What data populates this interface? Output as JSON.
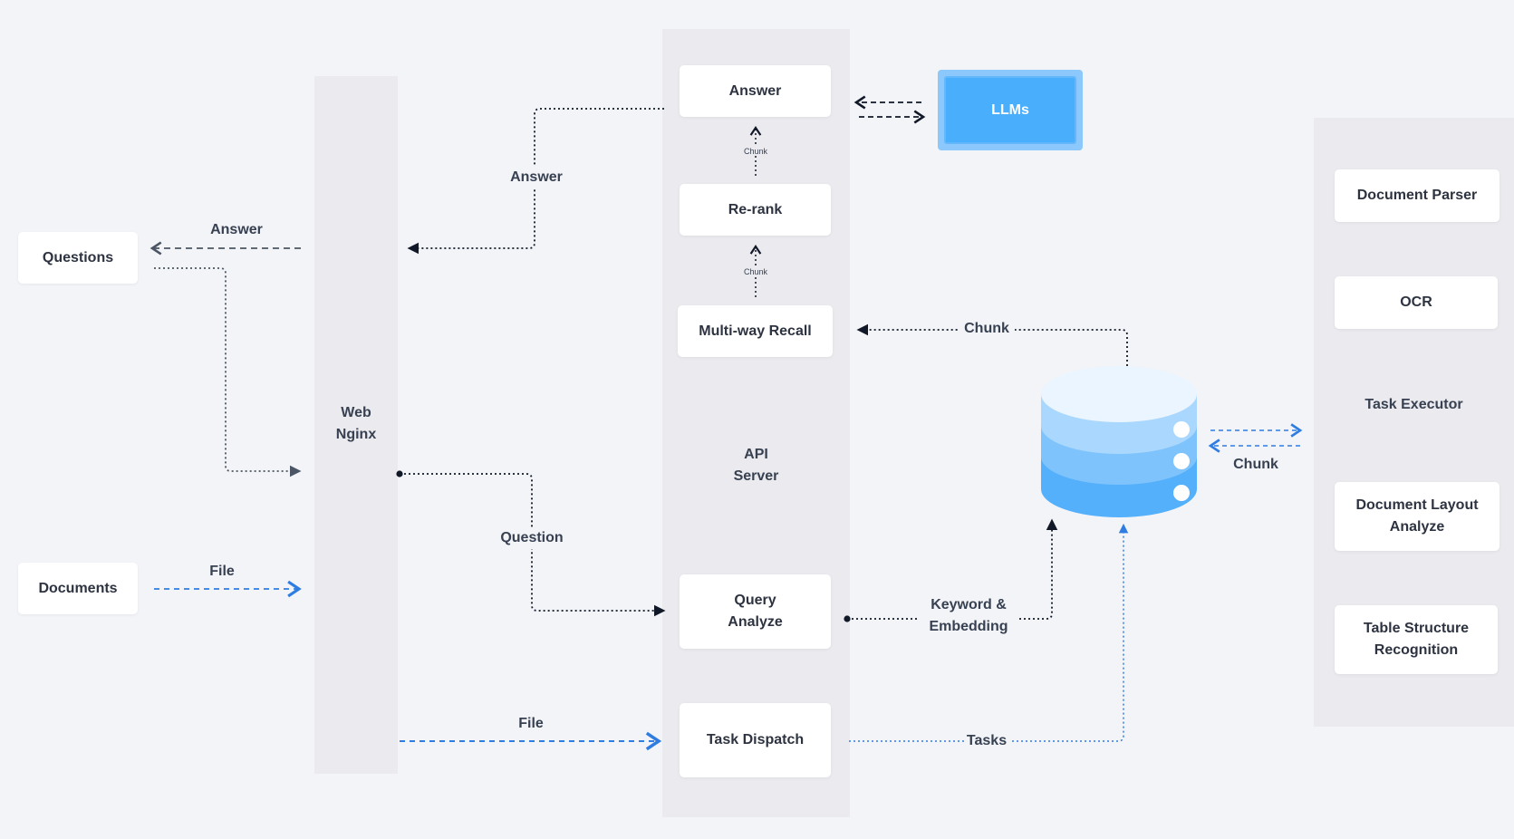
{
  "nodes": {
    "questions": "Questions",
    "documents": "Documents",
    "web": "Web\nNginx",
    "api": "API\nServer",
    "answer": "Answer",
    "rerank": "Re-rank",
    "recall": "Multi-way Recall",
    "query": "Query\nAnalyze",
    "dispatch": "Task Dispatch",
    "llms": "LLMs",
    "parser": "Document Parser",
    "ocr": "OCR",
    "executor": "Task Executor",
    "layout": "Document Layout\nAnalyze",
    "table": "Table Structure\nRecognition"
  },
  "edges": {
    "answer_to_questions": "Answer",
    "file_documents": "File",
    "answer_to_web": "Answer",
    "question_to_query": "Question",
    "file_to_dispatch": "File",
    "chunk_small_1": "Chunk",
    "chunk_small_2": "Chunk",
    "chunk_to_recall": "Chunk",
    "keyword": "Keyword &\nEmbedding",
    "tasks": "Tasks",
    "chunk_executor": "Chunk"
  },
  "colors": {
    "background": "#f3f4f8",
    "panel": "#ebeaee",
    "accent_blue": "#2f7de1",
    "db_top": "#eaf5ff",
    "db_layer1": "#a9d7fd",
    "db_layer2": "#7fc3fc",
    "db_layer3": "#55b0fc"
  }
}
